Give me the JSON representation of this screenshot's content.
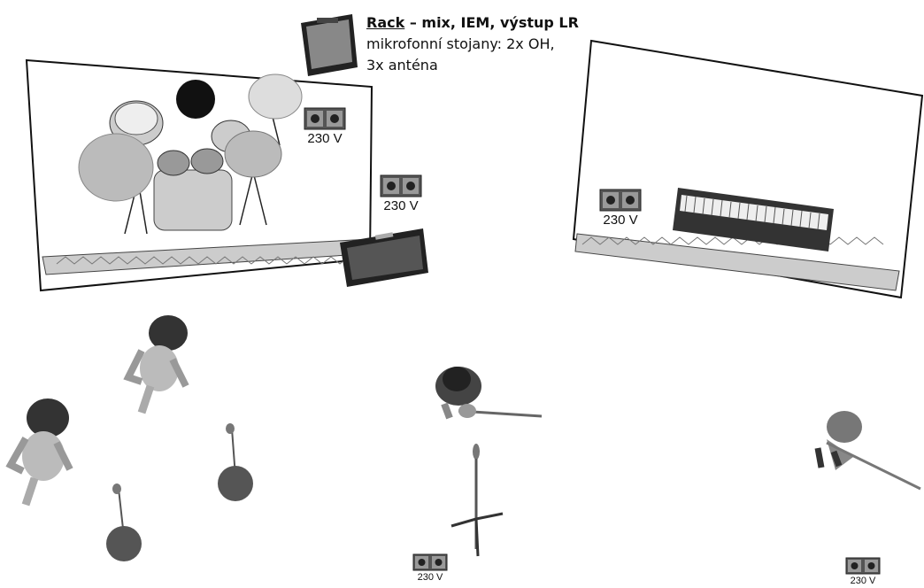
{
  "rack_note": {
    "title_rack": "Rack",
    "title_rest": " – mix, IEM, výstup LR",
    "line2": "mikrofonní stojany:   2x OH,",
    "line3": "3x anténa"
  },
  "sockets": [
    {
      "label": "230 V"
    },
    {
      "label": "230 V"
    },
    {
      "label": "230 V"
    },
    {
      "label": "230 V"
    },
    {
      "label": "230 V"
    }
  ]
}
